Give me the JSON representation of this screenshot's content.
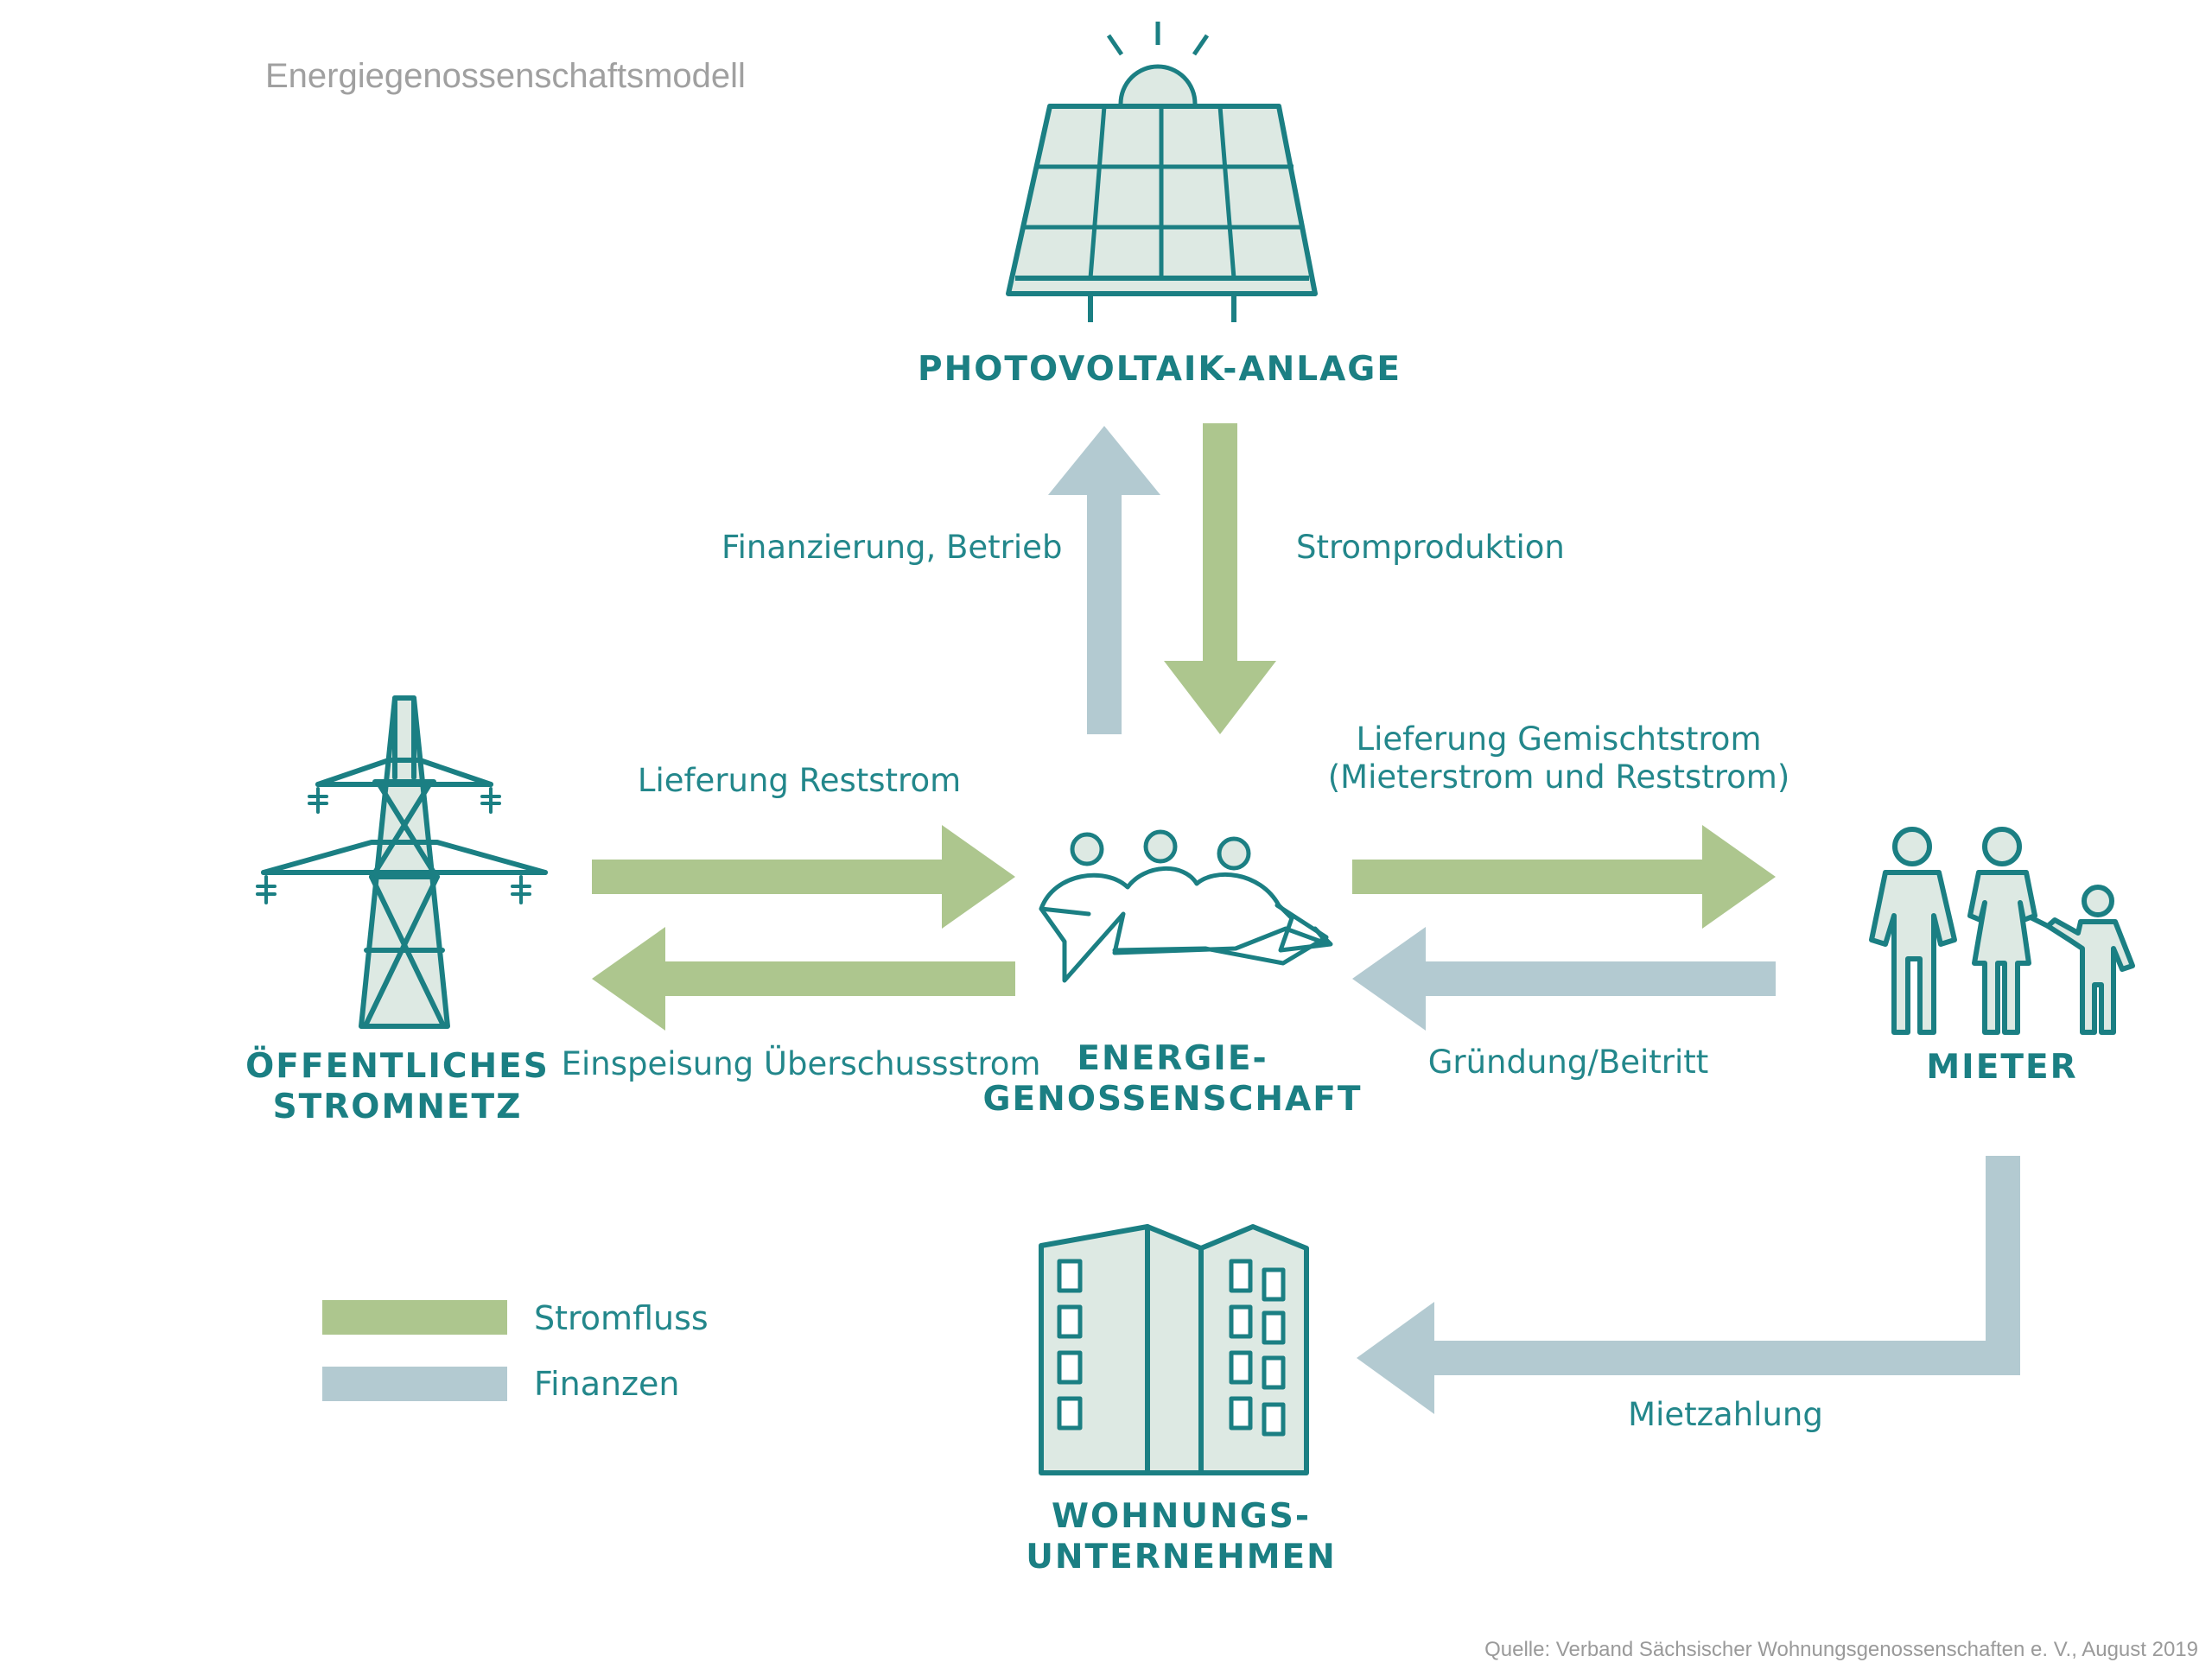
{
  "title": "Energiegenossenschaftsmodell",
  "nodes": {
    "pv": "PHOTOVOLTAIK-ANLAGE",
    "grid": [
      "ÖFFENTLICHES",
      "STROMNETZ"
    ],
    "coop": [
      "ENERGIE-",
      "GENOSSENSCHAFT"
    ],
    "tenant": "MIETER",
    "housing": [
      "WOHNUNGS-",
      "UNTERNEHMEN"
    ]
  },
  "flows": {
    "financing": "Finanzierung, Betrieb",
    "production": "Stromproduktion",
    "residual": "Lieferung Reststrom",
    "feed_in": "Einspeisung Überschussstrom",
    "mixed": [
      "Lieferung Gemischtstrom",
      "(Mieterstrom und Reststrom)"
    ],
    "founding": "Gründung/Beitritt",
    "rent": "Mietzahlung"
  },
  "legend": [
    {
      "label": "Stromfluss",
      "color": "#adc68e"
    },
    {
      "label": "Finanzen",
      "color": "#b3cad1"
    }
  ],
  "source": "Quelle: Verband Sächsischer Wohnungsgenossenschaften e. V., August 2019",
  "colors": {
    "teal": "#1b7f83",
    "icon_fill": "#dde9e3",
    "green_arrow": "#adc68e",
    "blue_arrow": "#b3cad1"
  }
}
